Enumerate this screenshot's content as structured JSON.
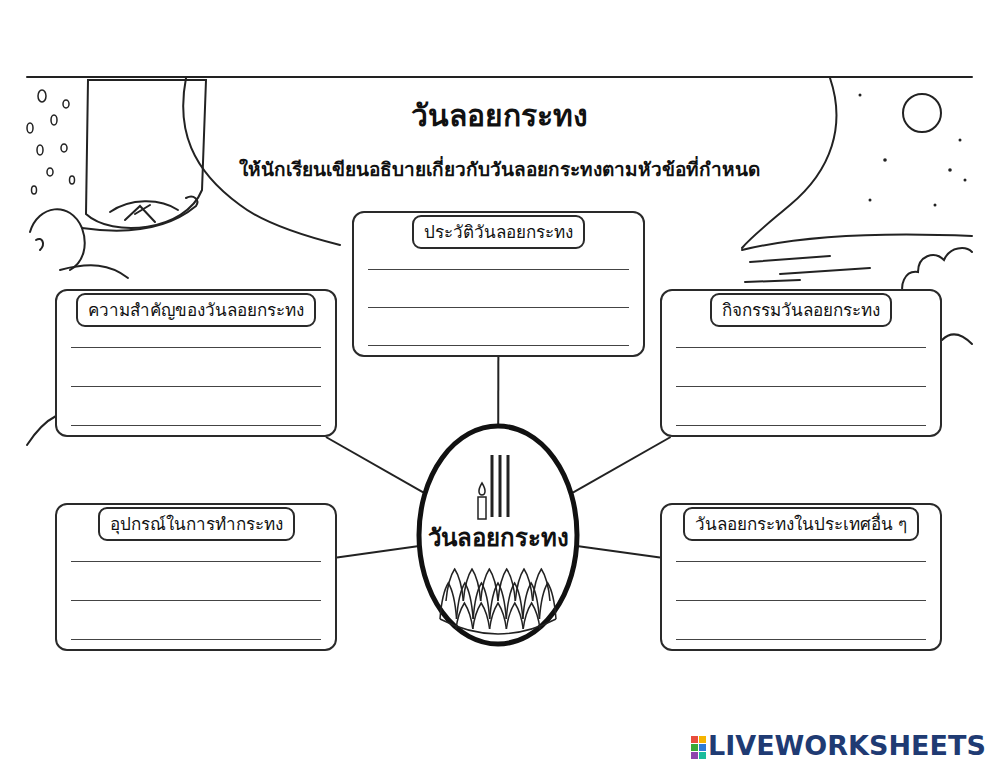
{
  "diagram": {
    "title": "วันลอยกระทง",
    "nodes": [
      {
        "text": [
          "ประวัติวันลอยกระทง"
        ]
      },
      {
        "text": [
          "ความสำคัญของวันลอยกระทง"
        ]
      },
      {
        "text": [
          "กิจกรรมวันลอยกระทง"
        ]
      },
      {
        "text": [
          "วันลอยกระทง"
        ]
      },
      {
        "text": [
          "อุปกรณ์ในการทำกระทง"
        ]
      },
      {
        "text": [
          "วันลอยกระทงในประเทศอื่น ๆ"
        ]
      }
    ],
    "edges": [
      {
        "from": 3,
        "to": 0,
        "arrow": "none"
      },
      {
        "from": 3,
        "to": 1,
        "arrow": "none"
      },
      {
        "from": 3,
        "to": 2,
        "arrow": "none"
      },
      {
        "from": 3,
        "to": 4,
        "arrow": "none"
      },
      {
        "from": 3,
        "to": 5,
        "arrow": "none"
      }
    ],
    "labels": [
      "ให้นักเรียนเขียนอธิบายเกี่ยวกับวันลอยกระทงตามหัวข้อที่กำหนด",
      "LIVEWORKSHEETS"
    ]
  }
}
